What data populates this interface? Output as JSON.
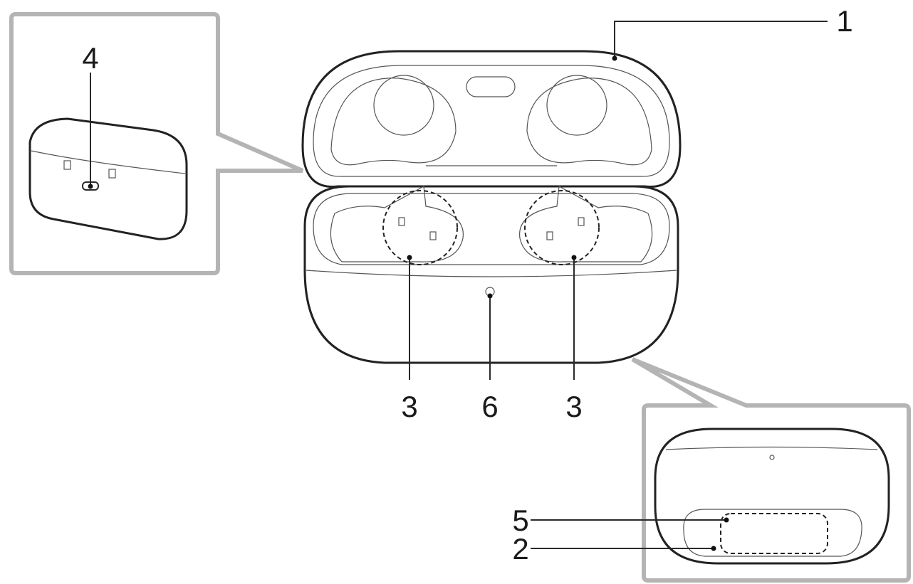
{
  "callouts": {
    "c1": "1",
    "c2": "2",
    "c3_left": "3",
    "c3_right": "3",
    "c4": "4",
    "c5": "5",
    "c6": "6"
  }
}
